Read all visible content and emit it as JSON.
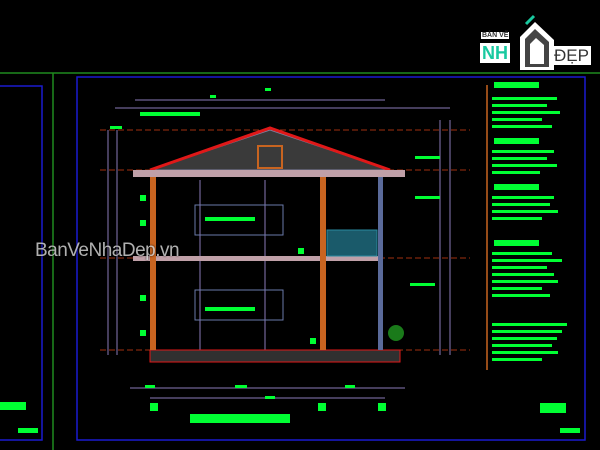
{
  "logo": {
    "line1": "BẢN VẼ",
    "line2": "NH",
    "line3": "ĐẸP"
  },
  "watermark": "BanVeNhaDep.vn",
  "colors": {
    "background": "#000000",
    "frame": "#1a1ad0",
    "border": "#1f8a1f",
    "annotation": "#00ff33",
    "wall": "#c86420",
    "section_cut": "#e01818",
    "dimension": "#8a7ab8",
    "roof_tile": "#3a3a3a"
  }
}
